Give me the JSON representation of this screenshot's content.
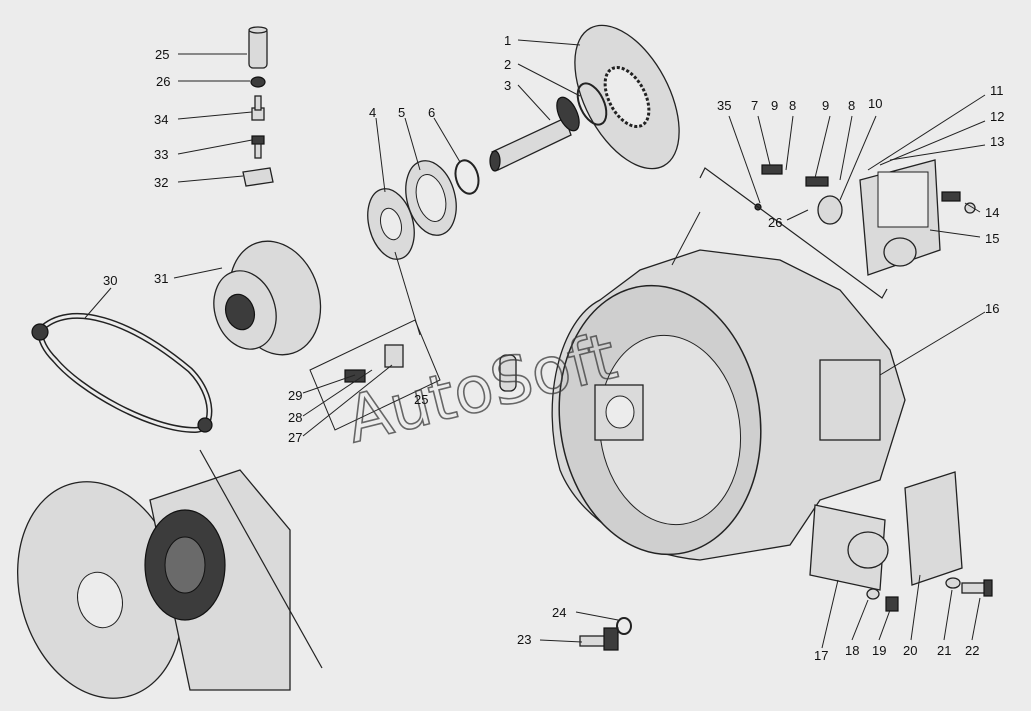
{
  "watermark": "AutoSoft",
  "labels": {
    "l1": "1",
    "l2": "2",
    "l3": "3",
    "l4": "4",
    "l5": "5",
    "l6": "6",
    "l7": "7",
    "l8a": "8",
    "l8b": "8",
    "l9a": "9",
    "l9b": "9",
    "l10": "10",
    "l11": "11",
    "l12": "12",
    "l13": "13",
    "l14": "14",
    "l15": "15",
    "l16": "16",
    "l17": "17",
    "l18": "18",
    "l19": "19",
    "l20": "20",
    "l21": "21",
    "l22": "22",
    "l23": "23",
    "l24": "24",
    "l25a": "25",
    "l25b": "25",
    "l26a": "26",
    "l26b": "26",
    "l27": "27",
    "l28": "28",
    "l29": "29",
    "l30": "30",
    "l31": "31",
    "l32": "32",
    "l33": "33",
    "l34": "34",
    "l35": "35"
  }
}
